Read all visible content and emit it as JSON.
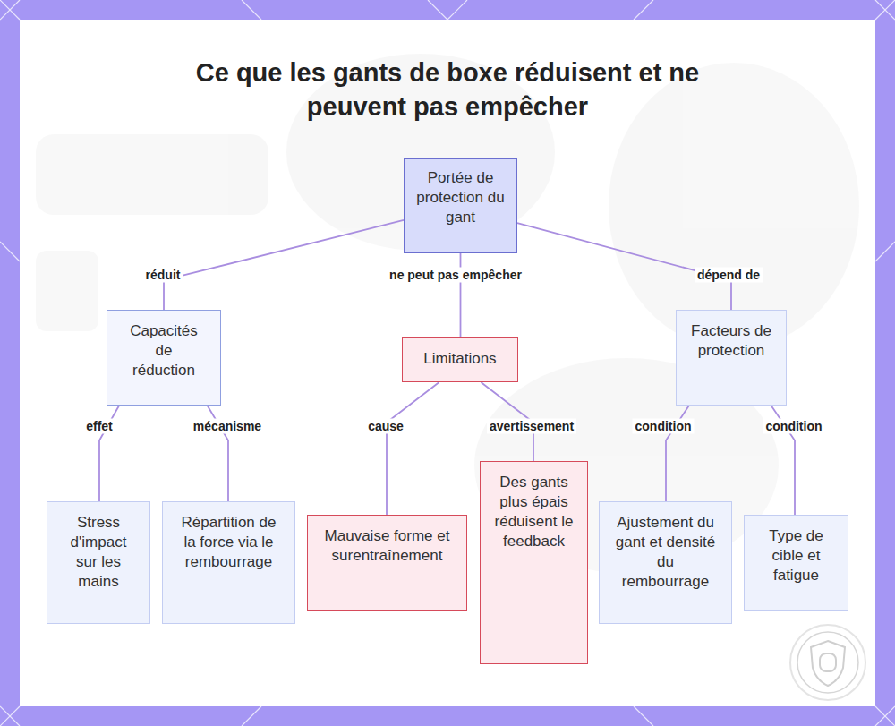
{
  "diagram": {
    "title": "Ce que les gants de boxe réduisent et ne peuvent pas empêcher",
    "nodes": [
      {
        "text": [
          "Portée de protection du gant"
        ]
      },
      {
        "text": [
          "Capacités de réduction"
        ]
      },
      {
        "text": [
          "Limitations"
        ]
      },
      {
        "text": [
          "Facteurs de protection"
        ]
      },
      {
        "text": [
          "Stress d'impact sur les mains"
        ]
      },
      {
        "text": [
          "Répartition de la force via le rembourrage"
        ]
      },
      {
        "text": [
          "Mauvaise forme et surentraînement"
        ]
      },
      {
        "text": [
          "Des gants plus épais réduisent le feedback"
        ]
      },
      {
        "text": [
          "Ajustement du gant et densité du rembourrage"
        ]
      },
      {
        "text": [
          "Type de cible et fatigue"
        ]
      }
    ],
    "edges": [
      {
        "from": 0,
        "to": 1,
        "label": "réduit",
        "arrow": "none"
      },
      {
        "from": 0,
        "to": 2,
        "label": "ne peut pas empêcher",
        "arrow": "none"
      },
      {
        "from": 0,
        "to": 3,
        "label": "dépend de",
        "arrow": "none"
      },
      {
        "from": 1,
        "to": 4,
        "label": "effet",
        "arrow": "none"
      },
      {
        "from": 1,
        "to": 5,
        "label": "mécanisme",
        "arrow": "none"
      },
      {
        "from": 2,
        "to": 6,
        "label": "cause",
        "arrow": "none"
      },
      {
        "from": 2,
        "to": 7,
        "label": "avertissement",
        "arrow": "none"
      },
      {
        "from": 3,
        "to": 8,
        "label": "condition",
        "arrow": "none"
      },
      {
        "from": 3,
        "to": 9,
        "label": "condition",
        "arrow": "none"
      }
    ]
  }
}
